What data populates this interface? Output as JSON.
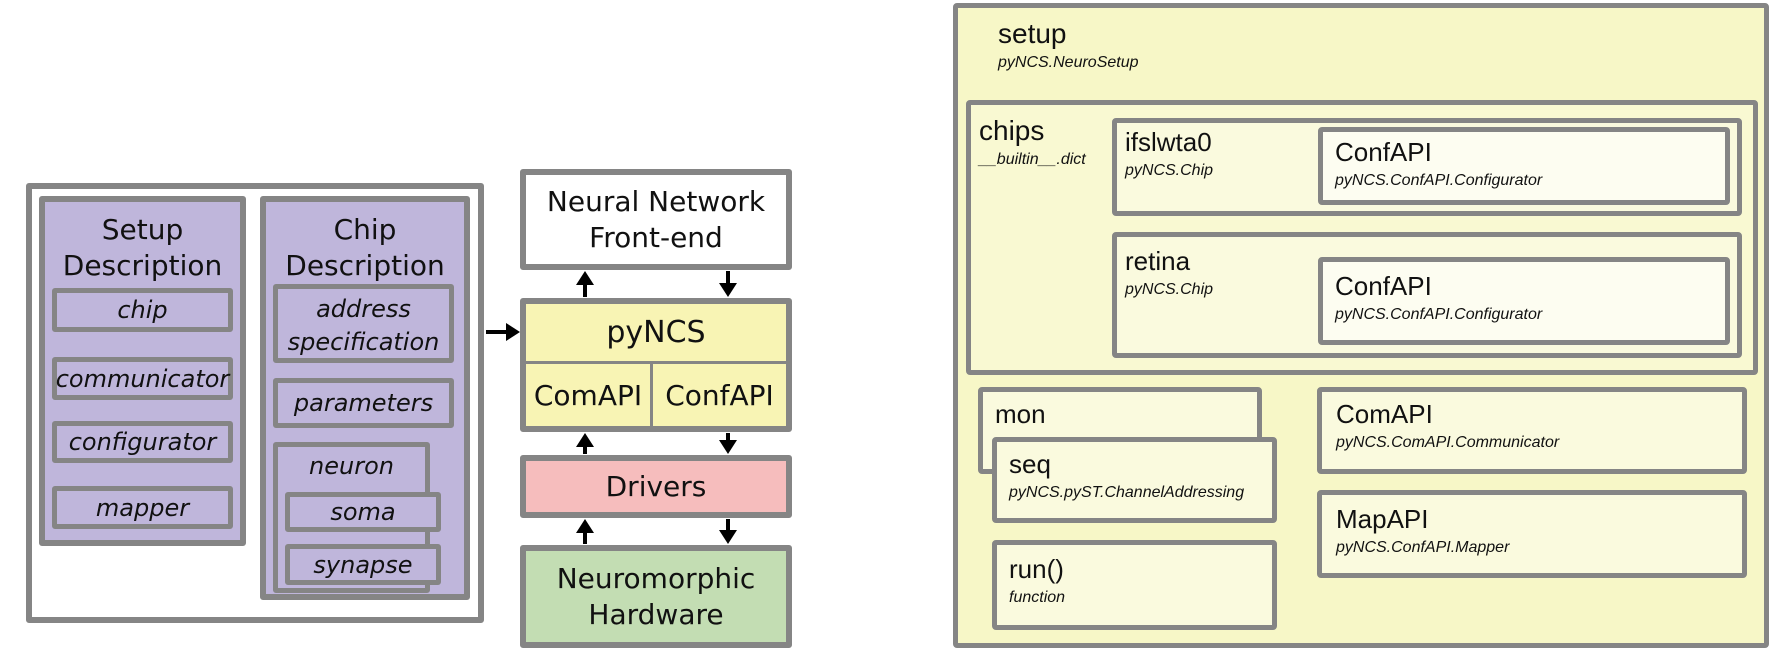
{
  "left": {
    "setup_description": {
      "title_line1": "Setup",
      "title_line2": "Description",
      "items": [
        "chip",
        "communicator",
        "configurator",
        "mapper"
      ]
    },
    "chip_description": {
      "title_line1": "Chip",
      "title_line2": "Description",
      "address_spec_line1": "address",
      "address_spec_line2": "specification",
      "parameters": "parameters",
      "neuron": "neuron",
      "soma": "soma",
      "synapse": "synapse"
    }
  },
  "middle": {
    "frontend_line1": "Neural Network",
    "frontend_line2": "Front-end",
    "pyncs": "pyNCS",
    "comapi": "ComAPI",
    "confapi": "ConfAPI",
    "drivers": "Drivers",
    "hardware_line1": "Neuromorphic",
    "hardware_line2": "Hardware"
  },
  "right": {
    "setup": {
      "title": "setup",
      "subtitle": "pyNCS.NeuroSetup"
    },
    "chips": {
      "title": "chips",
      "subtitle": "__builtin__.dict"
    },
    "ifslwta0": {
      "title": "ifslwta0",
      "subtitle": "pyNCS.Chip",
      "confapi": {
        "title": "ConfAPI",
        "subtitle": "pyNCS.ConfAPI.Configurator"
      }
    },
    "retina": {
      "title": "retina",
      "subtitle": "pyNCS.Chip",
      "confapi": {
        "title": "ConfAPI",
        "subtitle": "pyNCS.ConfAPI.Configurator"
      }
    },
    "mon": {
      "title": "mon"
    },
    "seq": {
      "title": "seq",
      "subtitle": "pyNCS.pyST.ChannelAddressing"
    },
    "run": {
      "title": "run()",
      "subtitle": "function"
    },
    "comapi": {
      "title": "ComAPI",
      "subtitle": "pyNCS.ComAPI.Communicator"
    },
    "mapapi": {
      "title": "MapAPI",
      "subtitle": "pyNCS.ConfAPI.Mapper"
    }
  },
  "colors": {
    "border_gray": "#858585",
    "lavender": "#bfb6db",
    "yellow": "#f8f4b4",
    "pink": "#f6bdbd",
    "green": "#c3ddb3",
    "setup_background": "#f7f7c7",
    "inner_box_background": "#fafade",
    "confapi_background": "#fdfdf1",
    "arrow_black": "#000000"
  }
}
